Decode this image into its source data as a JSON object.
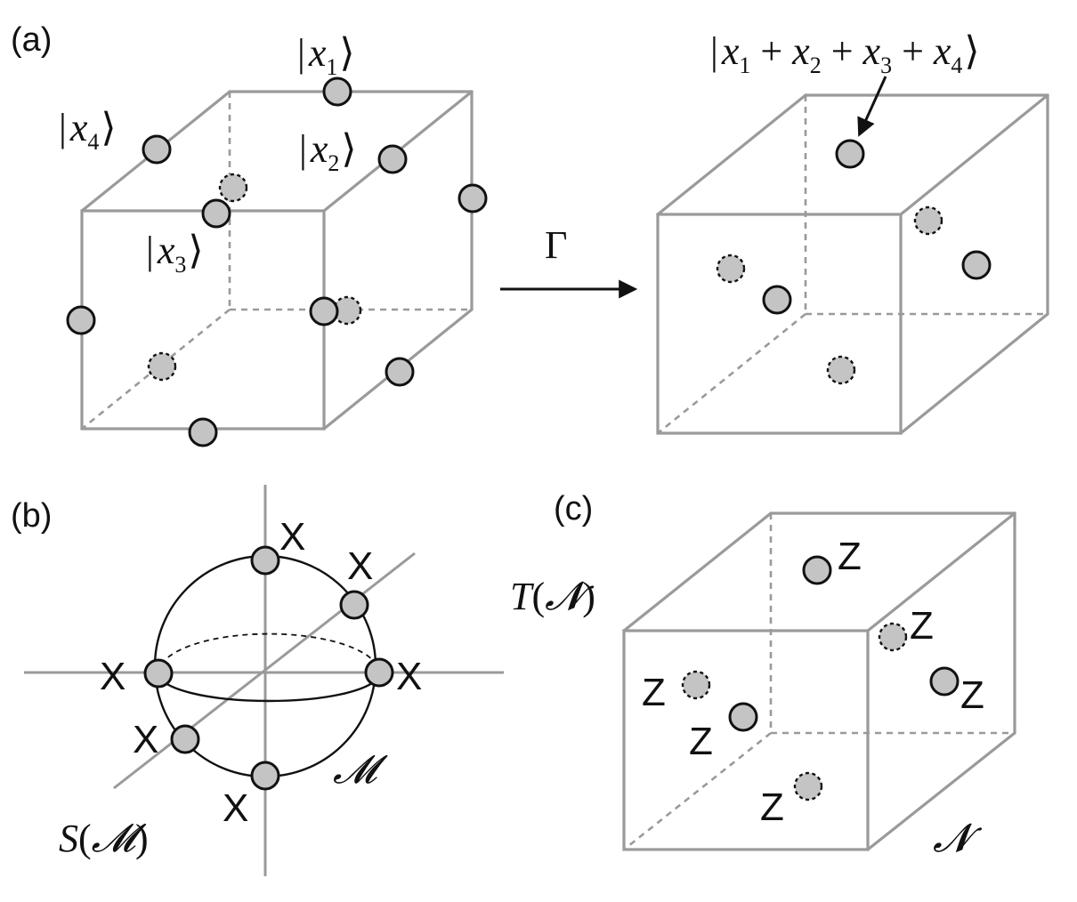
{
  "panel_a": {
    "label": "(a)",
    "ket_x1": {
      "open": "|",
      "var": "x",
      "sub": "1",
      "close": "⟩"
    },
    "ket_x2": {
      "open": "|",
      "var": "x",
      "sub": "2",
      "close": "⟩"
    },
    "ket_x3": {
      "open": "|",
      "var": "x",
      "sub": "3",
      "close": "⟩"
    },
    "ket_x4": {
      "open": "|",
      "var": "x",
      "sub": "4",
      "close": "⟩"
    },
    "map_symbol": "Γ",
    "result_ket": {
      "open": "|",
      "t1": "x",
      "s1": "1",
      "p1": " + ",
      "t2": "x",
      "s2": "2",
      "p2": " + ",
      "t3": "x",
      "s3": "3",
      "p3": " + ",
      "t4": "x",
      "s4": "4",
      "close": "⟩"
    }
  },
  "panel_b": {
    "label": "(b)",
    "marker": "X",
    "manifold": "𝓜",
    "sphere_label": {
      "name": "S",
      "open": "(",
      "arg": "𝓜",
      "close": ")"
    }
  },
  "panel_c": {
    "label": "(c)",
    "marker": "Z",
    "manifold": "𝓝",
    "torus_label": {
      "name": "T",
      "open": "(",
      "arg": "𝓝",
      "close": ")"
    }
  },
  "colors": {
    "edge": "#9a9a9a",
    "dot_fill": "#c4c4c4",
    "ink": "#111111"
  }
}
